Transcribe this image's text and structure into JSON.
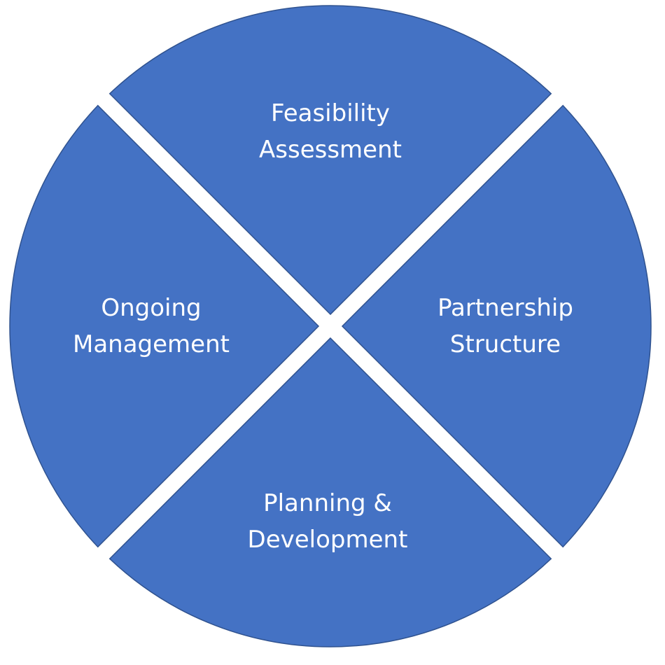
{
  "diagram": {
    "fill_color": "#4472c4",
    "border_color": "#2f528f",
    "text_color": "#ffffff",
    "background_color": "#ffffff",
    "segments": [
      {
        "id": "top",
        "lines": [
          "Feasibility",
          "Assessment"
        ]
      },
      {
        "id": "right",
        "lines": [
          "Partnership",
          "Structure"
        ]
      },
      {
        "id": "bottom",
        "lines": [
          "Planning &",
          "Development"
        ]
      },
      {
        "id": "left",
        "lines": [
          "Ongoing",
          "Management"
        ]
      }
    ]
  }
}
